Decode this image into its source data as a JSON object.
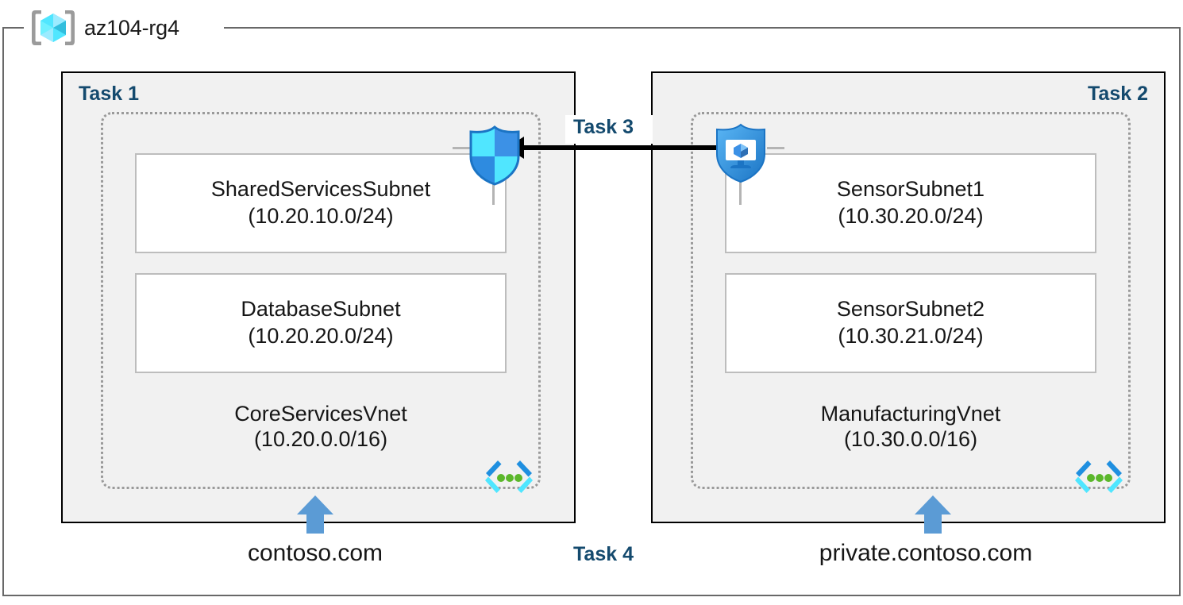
{
  "diagram": {
    "resource_group": {
      "name": "az104-rg4",
      "icon": "resource-group-cube-icon"
    },
    "panels": [
      {
        "id": "left",
        "task_label": "Task 1",
        "label_align": "left",
        "vnet": {
          "name": "CoreServicesVnet",
          "cidr": "(10.20.0.0/16)",
          "icon": "virtual-network-icon"
        },
        "subnets": [
          {
            "name": "SharedServicesSubnet",
            "cidr": "(10.20.10.0/24)"
          },
          {
            "name": "DatabaseSubnet",
            "cidr": "(10.20.20.0/24)"
          }
        ],
        "dns": {
          "label": "contoso.com",
          "icon": "up-arrow-icon"
        }
      },
      {
        "id": "right",
        "task_label": "Task 2",
        "label_align": "right",
        "vnet": {
          "name": "ManufacturingVnet",
          "cidr": "(10.30.0.0/16)",
          "icon": "virtual-network-icon"
        },
        "subnets": [
          {
            "name": "SensorSubnet1",
            "cidr": "(10.30.20.0/24)"
          },
          {
            "name": "SensorSubnet2",
            "cidr": "(10.30.21.0/24)"
          }
        ],
        "dns": {
          "label": "private.contoso.com",
          "icon": "up-arrow-icon"
        }
      }
    ],
    "connections": [
      {
        "id": "peering",
        "task_label": "Task 3",
        "direction": "right-to-left",
        "icon": "peering-arrow-icon"
      },
      {
        "id": "dns-linking",
        "task_label": "Task 4"
      }
    ],
    "icons": {
      "nsg_shield": "network-security-group-shield-icon",
      "defender_shield": "defender-endpoint-shield-icon"
    },
    "colors": {
      "task_label": "#144A6E",
      "panel_fill": "#f1f1f1",
      "panel_border": "#000000",
      "vnet_dotted_border": "#9a9a9a",
      "subnet_border": "#bdbdbd",
      "arrow_blue": "#5B9BD5",
      "frame_gray": "#686868",
      "azure_cyan": "#50E6FF",
      "azure_blue": "#0078D4",
      "vnet_dot_green": "#5BB72B"
    }
  }
}
